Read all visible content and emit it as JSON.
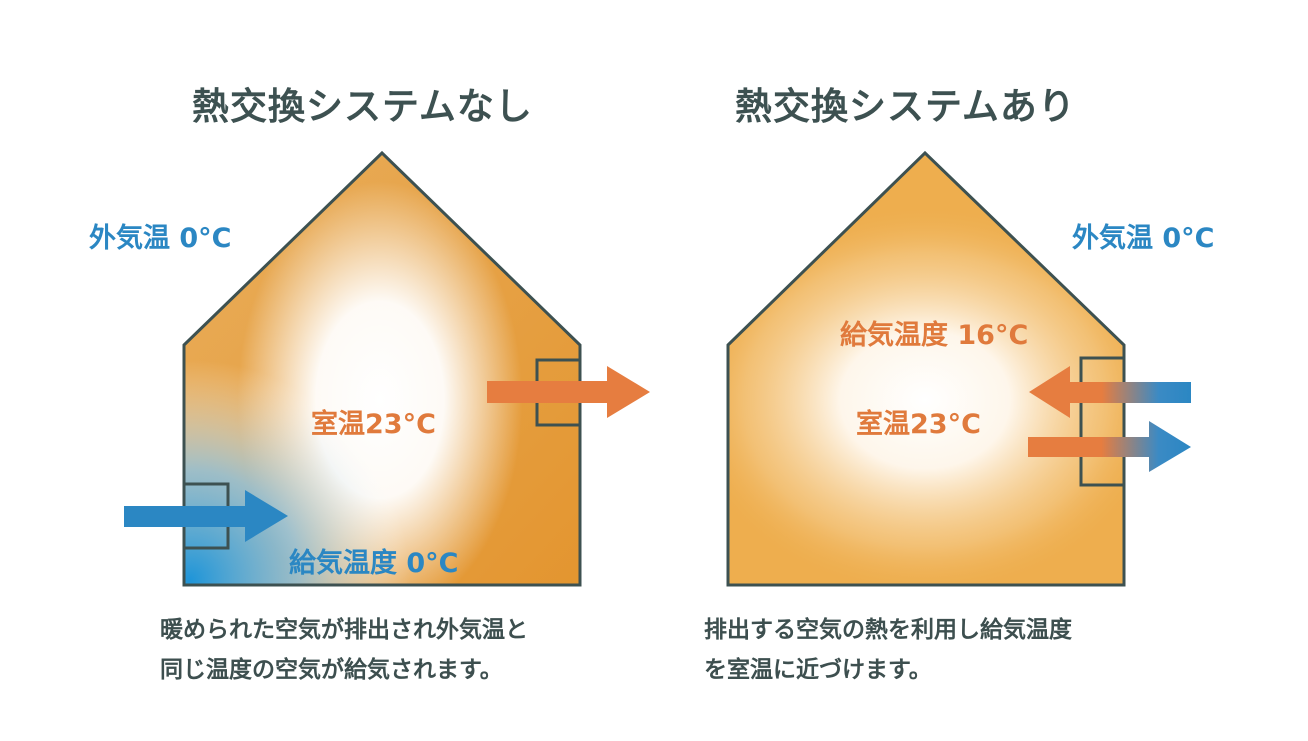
{
  "colors": {
    "title": "#3d5151",
    "outline": "#3d5151",
    "warm": "#eaa84a",
    "warm_deep": "#e39632",
    "orange_text": "#e07a3c",
    "orange_arrow": "#e67d40",
    "blue": "#2b87c3",
    "caption": "#3d4f4f"
  },
  "left_panel": {
    "title": "熱交換システムなし",
    "outdoor_temp": "外気温 0°C",
    "room_temp": "室温23°C",
    "supply_temp": "給気温度 0°C",
    "caption_lines": [
      "暖められた空気が排出され外気温と",
      "同じ温度の空気が給気されます。"
    ],
    "arrows": [
      {
        "name": "exhaust-arrow",
        "direction": "right",
        "color": "orange"
      },
      {
        "name": "intake-arrow",
        "direction": "right",
        "color": "blue"
      }
    ]
  },
  "right_panel": {
    "title": "熱交換システムあり",
    "outdoor_temp": "外気温 0°C",
    "supply_temp": "給気温度 16°C",
    "room_temp": "室温23°C",
    "caption_lines": [
      "排出する空気の熱を利用し給気温度",
      "を室温に近づけます。"
    ],
    "arrows": [
      {
        "name": "supply-arrow",
        "direction": "left",
        "color": "blue-to-orange"
      },
      {
        "name": "exhaust-arrow",
        "direction": "right",
        "color": "orange-to-blue"
      }
    ]
  }
}
